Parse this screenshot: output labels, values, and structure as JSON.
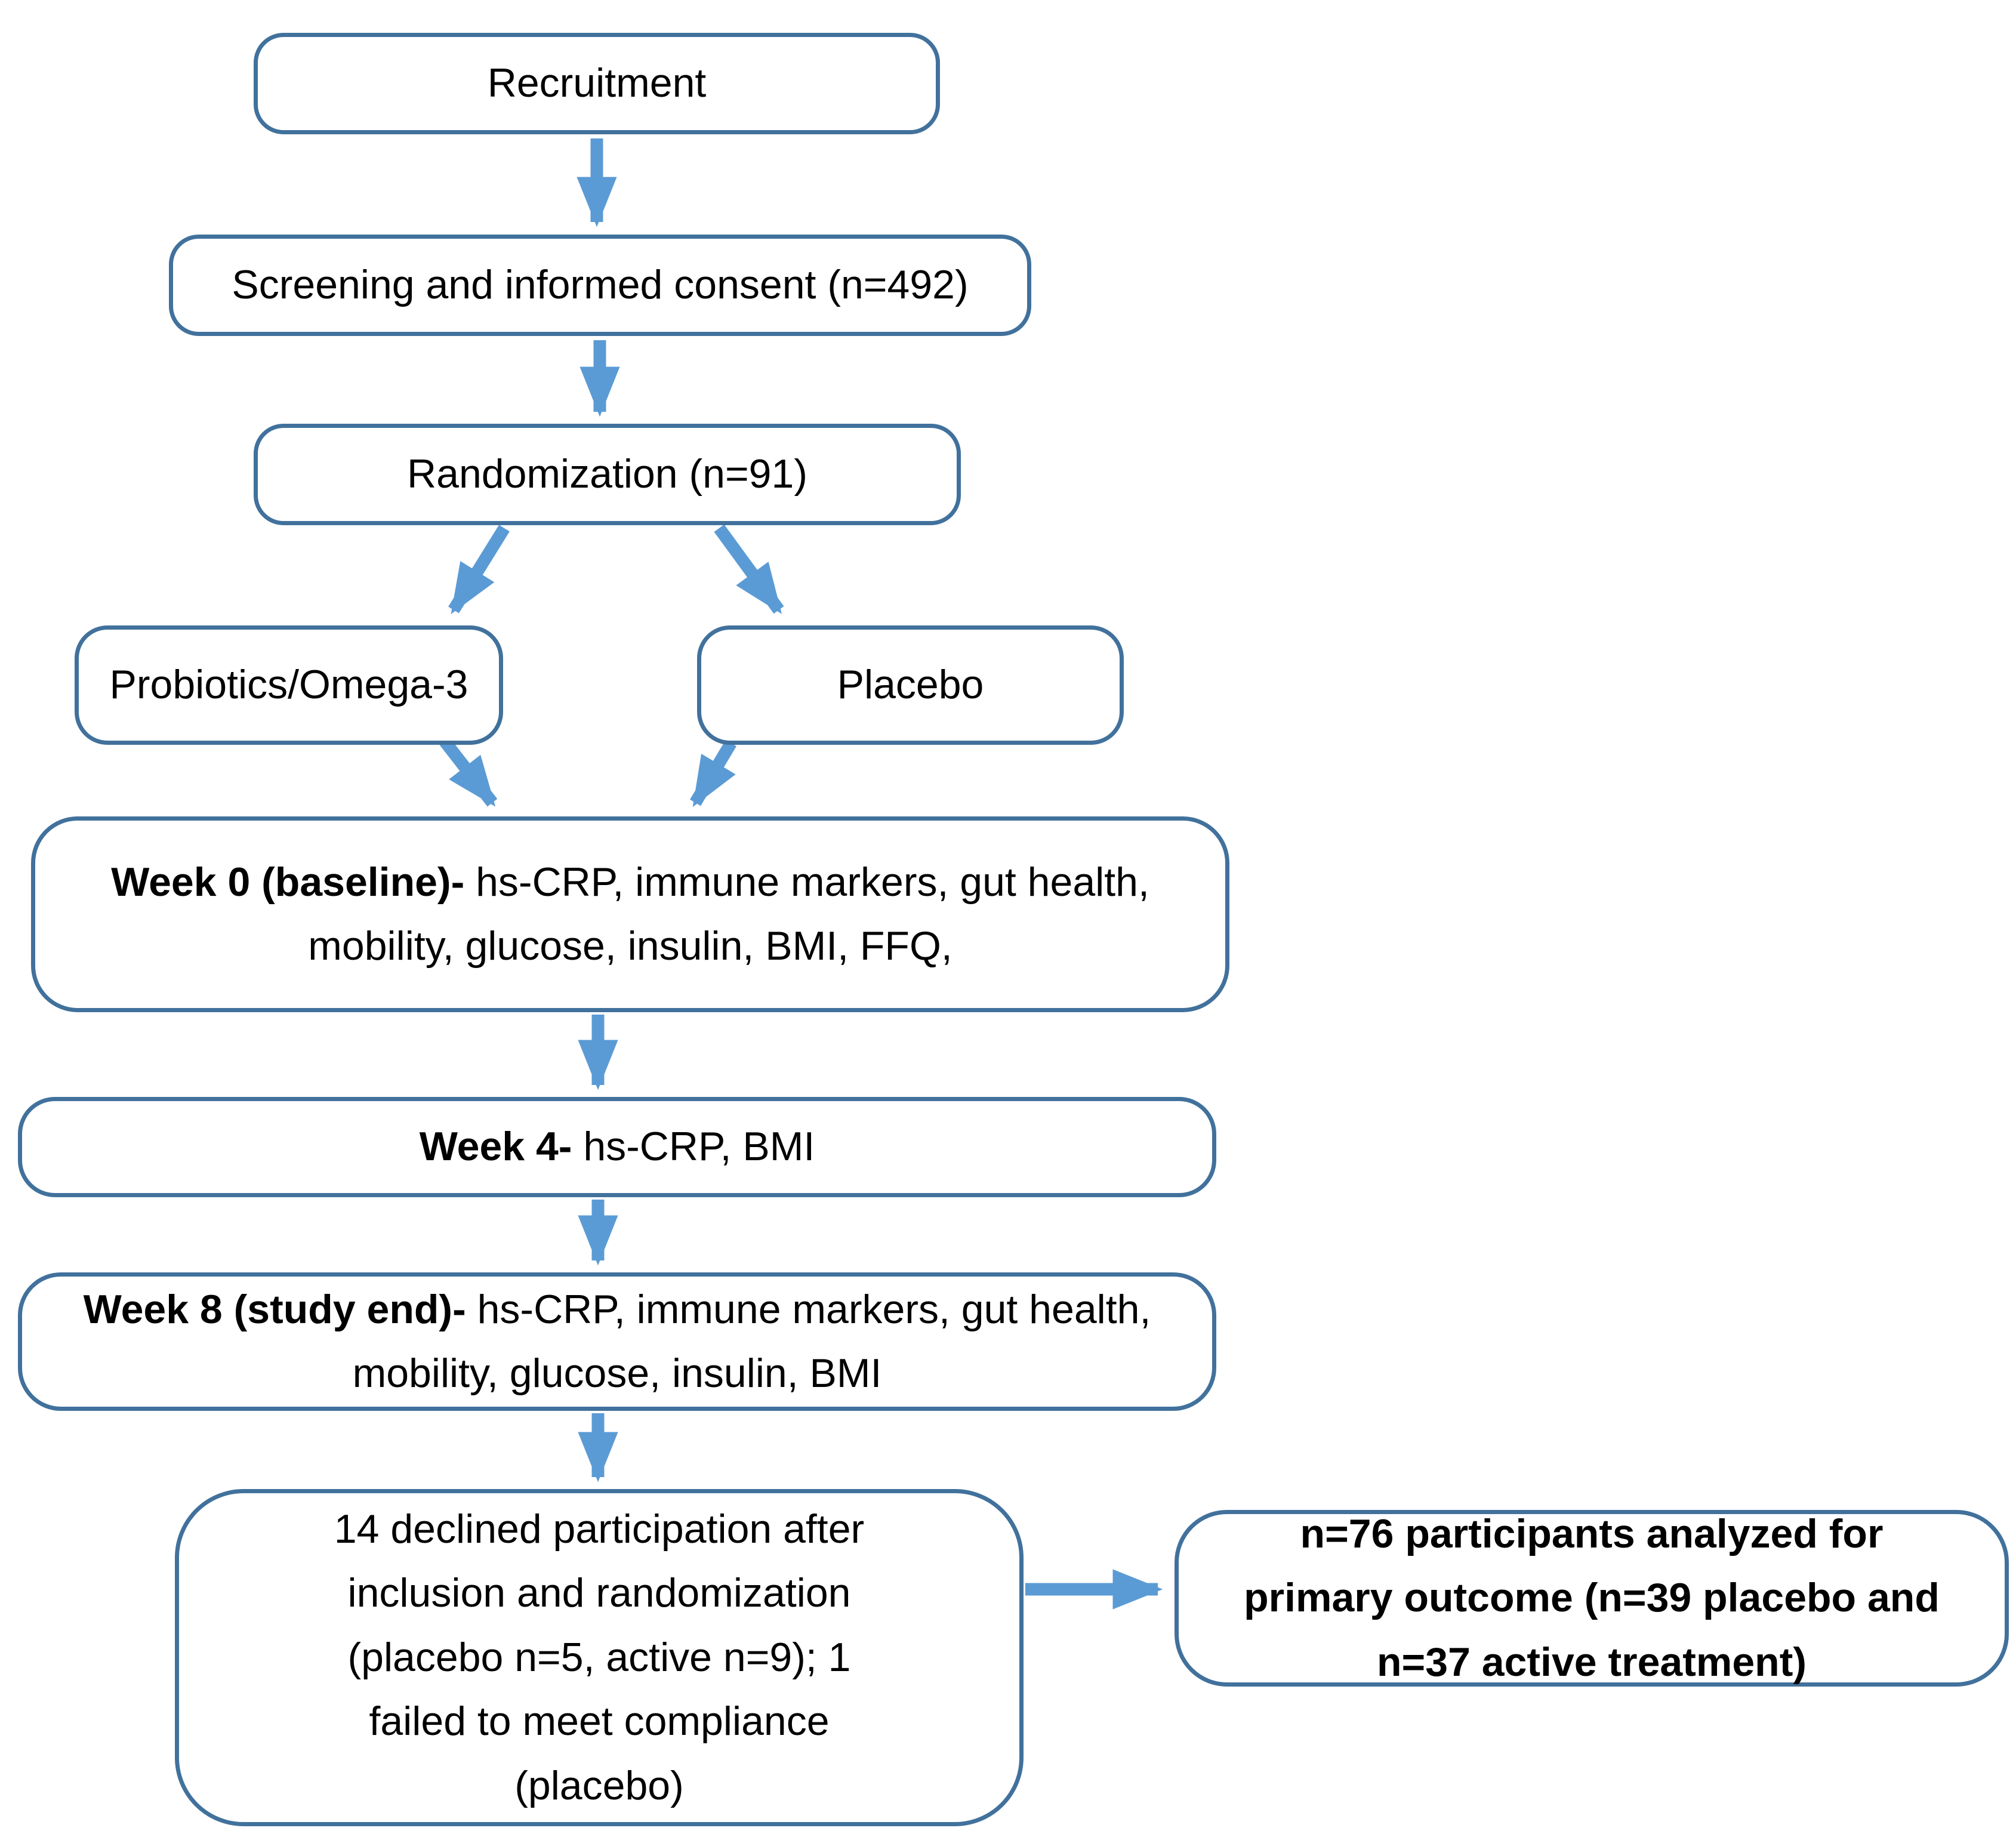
{
  "diagram": {
    "title": "Study flow chart",
    "colors": {
      "box_border": "#41719C",
      "arrow": "#5B9BD5",
      "text": "#000000",
      "background": "#FFFFFF"
    },
    "boxes": {
      "recruitment": {
        "text": "Recruitment"
      },
      "screening": {
        "text": "Screening and informed consent (n=492)"
      },
      "randomization": {
        "text": "Randomization (n=91)"
      },
      "probiotics": {
        "text": "Probiotics/Omega-3"
      },
      "placebo": {
        "text": "Placebo"
      },
      "week0": {
        "bold": "Week 0 (baseline)-",
        "rest": " hs-CRP, immune markers, gut health,\nmobility, glucose, insulin, BMI, FFQ,"
      },
      "week4": {
        "bold": "Week 4-",
        "rest": " hs-CRP, BMI"
      },
      "week8": {
        "bold": "Week 8 (study end)-",
        "rest": " hs-CRP, immune markers, gut health,\nmobility, glucose, insulin, BMI"
      },
      "declined": {
        "text": "14 declined participation after\ninclusion and randomization\n(placebo n=5, active n=9); 1\nfailed to meet compliance\n(placebo)"
      },
      "analyzed": {
        "text": "n=76 participants analyzed for\nprimary outcome (n=39 placebo and\nn=37 active treatment)"
      }
    }
  }
}
